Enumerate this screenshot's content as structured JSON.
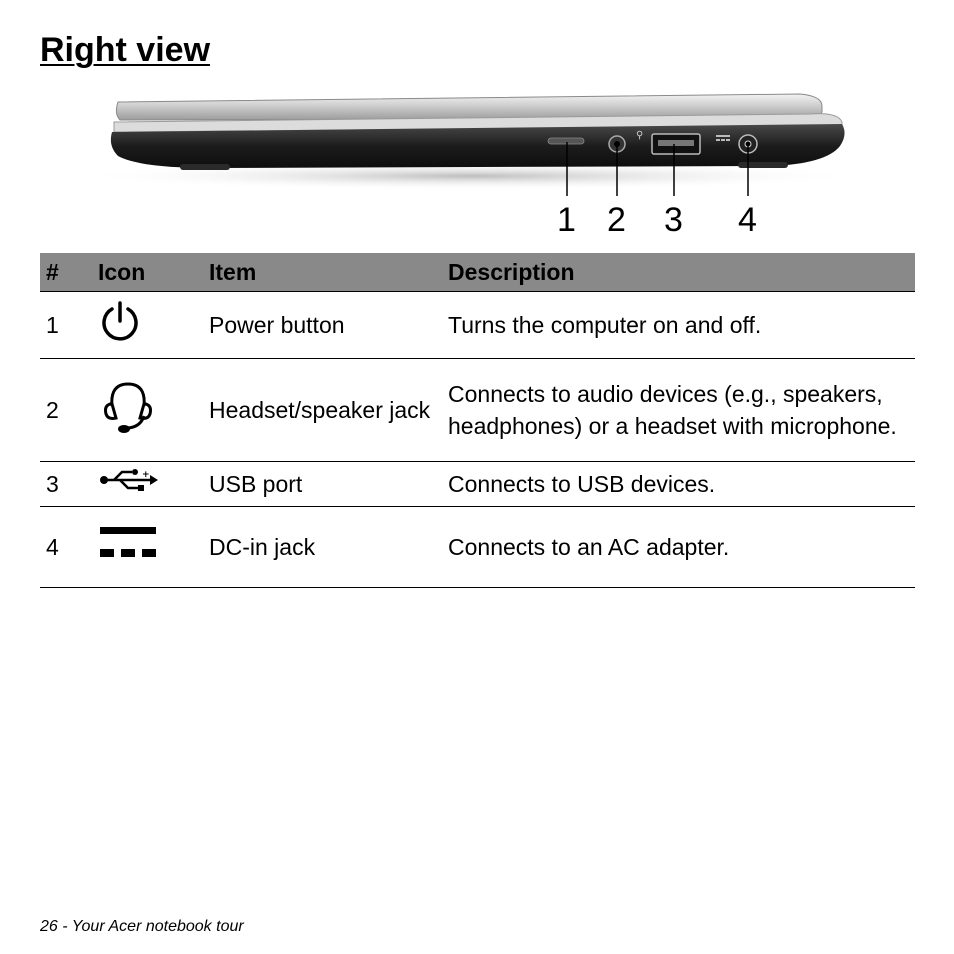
{
  "page": {
    "title": "Right view",
    "footer": "26 - Your Acer notebook tour"
  },
  "figure": {
    "callouts": [
      "1",
      "2",
      "3",
      "4"
    ]
  },
  "table": {
    "headers": [
      "#",
      "Icon",
      "Item",
      "Description"
    ],
    "rows": [
      {
        "num": "1",
        "icon": "power-icon",
        "item": "Power button",
        "description": "Turns the computer on and off."
      },
      {
        "num": "2",
        "icon": "headset-icon",
        "item": "Headset/speaker jack",
        "description": "Connects to audio devices (e.g., speakers, headphones) or a headset with microphone."
      },
      {
        "num": "3",
        "icon": "usb-icon",
        "item": "USB port",
        "description": "Connects to USB devices."
      },
      {
        "num": "4",
        "icon": "dc-in-icon",
        "item": "DC-in jack",
        "description": "Connects to an AC adapter."
      }
    ]
  }
}
